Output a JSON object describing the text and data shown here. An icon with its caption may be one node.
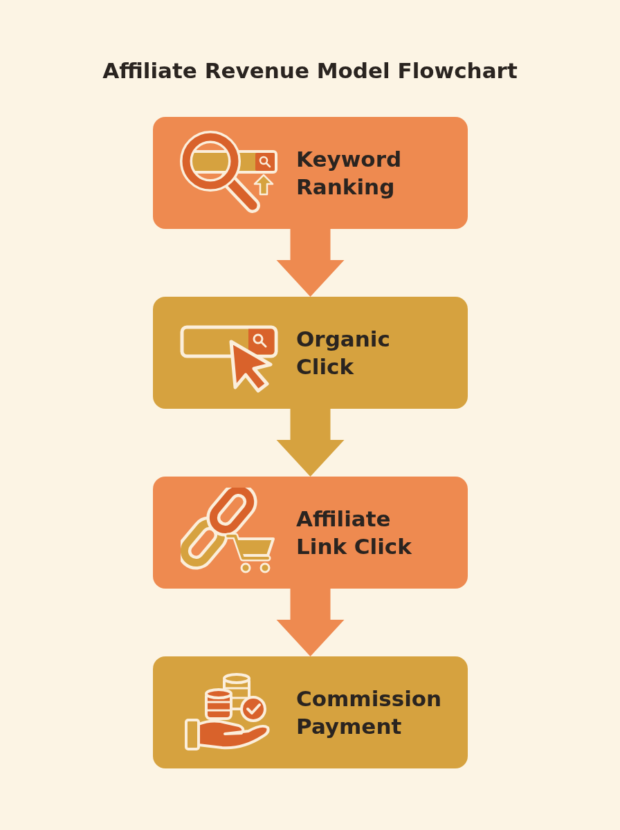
{
  "diagram": {
    "title": "Affiliate Revenue Model Flowchart",
    "nodes": [
      {
        "text": [
          "Keyword Ranking"
        ]
      },
      {
        "text": [
          "Organic Click"
        ]
      },
      {
        "text": [
          "Affiliate Link Click"
        ]
      },
      {
        "text": [
          "Commission Payment"
        ]
      }
    ],
    "edges": [
      {
        "from": 0,
        "to": 1,
        "arrow": "to"
      },
      {
        "from": 1,
        "to": 2,
        "arrow": "to",
        "color": "#d6a23f"
      },
      {
        "from": 2,
        "to": 3,
        "arrow": "to"
      }
    ]
  }
}
